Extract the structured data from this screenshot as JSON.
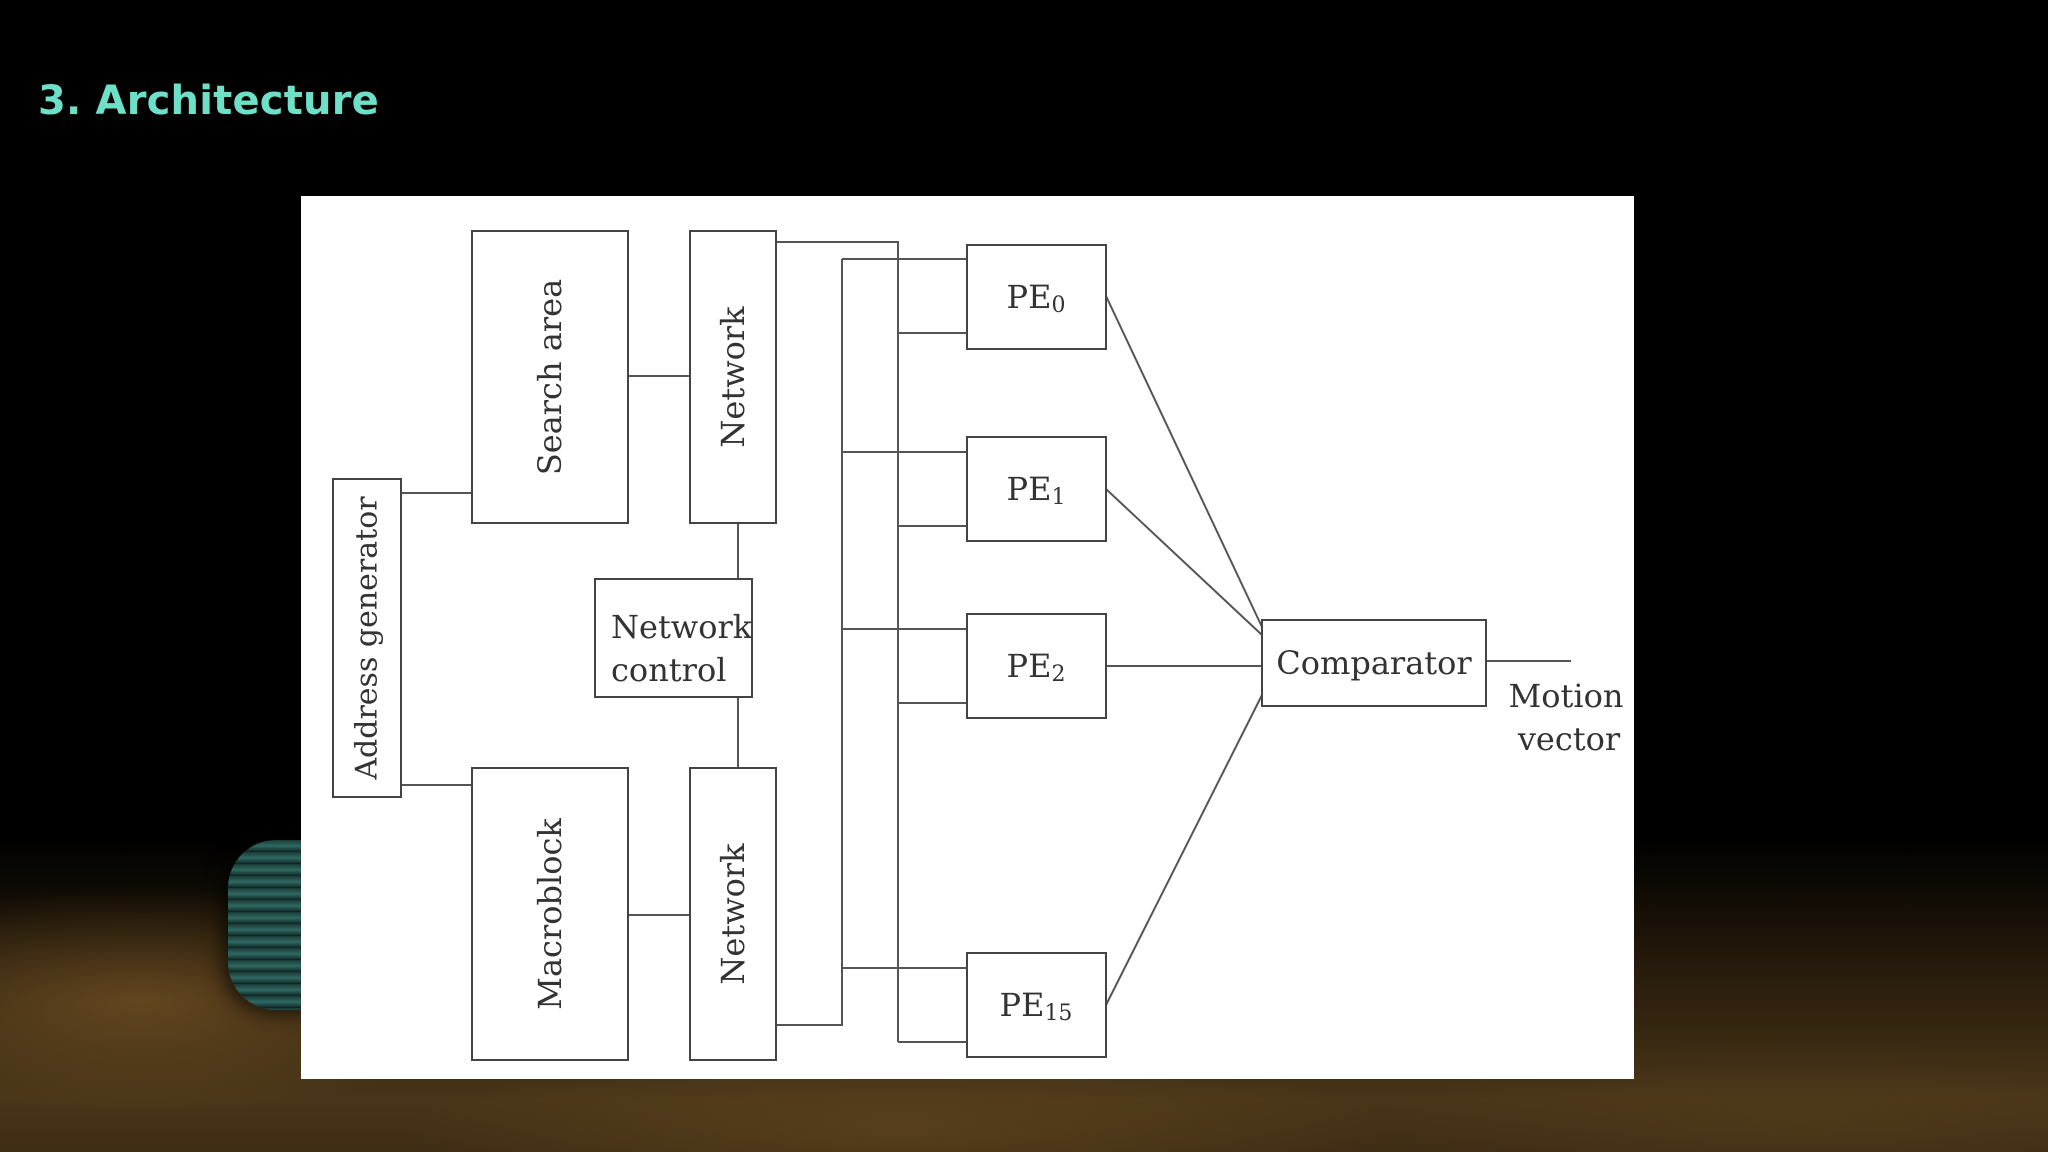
{
  "slide": {
    "title": "3. Architecture"
  },
  "diagram": {
    "blocks": {
      "address_generator": "Address generator",
      "search_area": "Search area",
      "network_top": "Network",
      "network_control_line1": "Network",
      "network_control_line2": "control",
      "macroblock": "Macroblock",
      "network_bottom": "Network",
      "comparator": "Comparator"
    },
    "processing_elements": [
      {
        "base": "PE",
        "sub": "0"
      },
      {
        "base": "PE",
        "sub": "1"
      },
      {
        "base": "PE",
        "sub": "2"
      },
      {
        "base": "PE",
        "sub": "15"
      }
    ],
    "output": {
      "line1": "Motion",
      "line2": "vector"
    }
  },
  "colors": {
    "title": "#6ee0c8",
    "figure_background": "#ffffff",
    "stroke": "#444444"
  }
}
